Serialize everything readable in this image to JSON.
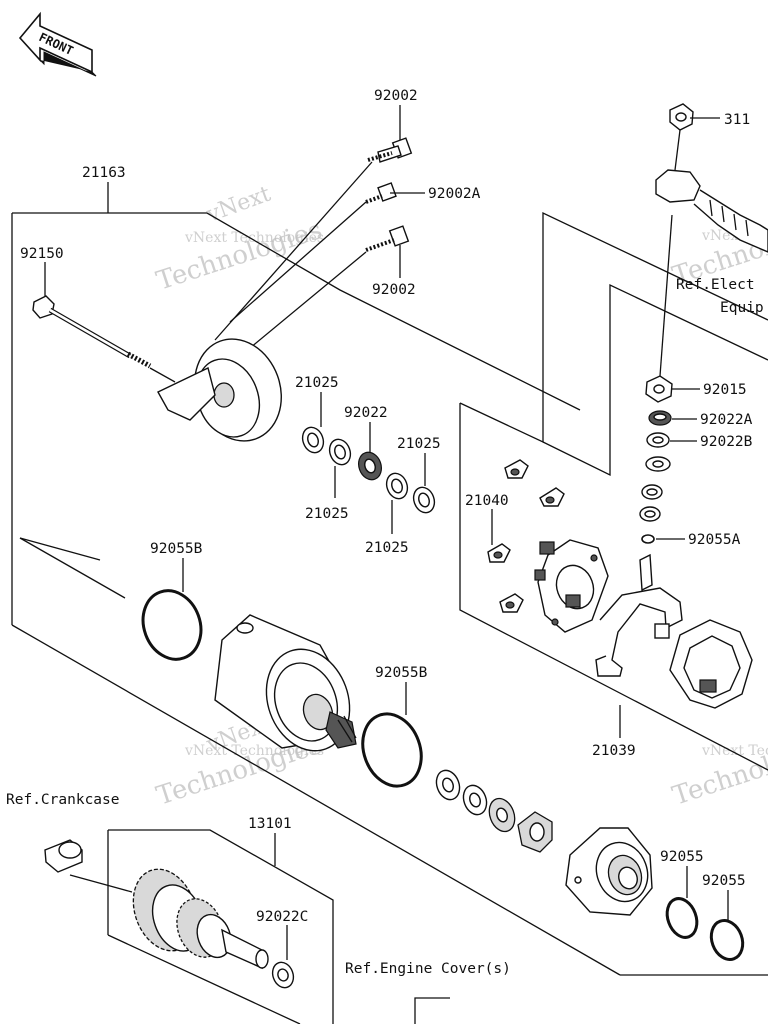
{
  "orientation": "FRONT",
  "callouts": [
    {
      "id": "c-92002-top",
      "text": "92002"
    },
    {
      "id": "c-21163",
      "text": "21163"
    },
    {
      "id": "c-92002A",
      "text": "92002A"
    },
    {
      "id": "c-92150",
      "text": "92150"
    },
    {
      "id": "c-92002-mid",
      "text": "92002"
    },
    {
      "id": "c-311",
      "text": "311"
    },
    {
      "id": "c-92015",
      "text": "92015"
    },
    {
      "id": "c-92022A",
      "text": "92022A"
    },
    {
      "id": "c-92022B",
      "text": "92022B"
    },
    {
      "id": "c-92055A",
      "text": "92055A"
    },
    {
      "id": "c-21025-a",
      "text": "21025"
    },
    {
      "id": "c-92022",
      "text": "92022"
    },
    {
      "id": "c-21025-b",
      "text": "21025"
    },
    {
      "id": "c-21025-c",
      "text": "21025"
    },
    {
      "id": "c-21025-d",
      "text": "21025"
    },
    {
      "id": "c-21040",
      "text": "21040"
    },
    {
      "id": "c-92055B-a",
      "text": "92055B"
    },
    {
      "id": "c-92055B-b",
      "text": "92055B"
    },
    {
      "id": "c-21039",
      "text": "21039"
    },
    {
      "id": "c-13101",
      "text": "13101"
    },
    {
      "id": "c-92055-a",
      "text": "92055"
    },
    {
      "id": "c-92055-b",
      "text": "92055"
    },
    {
      "id": "c-92022C",
      "text": "92022C"
    }
  ],
  "references": {
    "electrical": "Ref.Elect",
    "electrical_line2": "Equip",
    "crankcase": "Ref.Crankcase",
    "engine_cover": "Ref.Engine Cover(s)"
  },
  "watermark": {
    "line1": "vNext",
    "line2": "vNext Technologies",
    "line3": "Technologies"
  }
}
